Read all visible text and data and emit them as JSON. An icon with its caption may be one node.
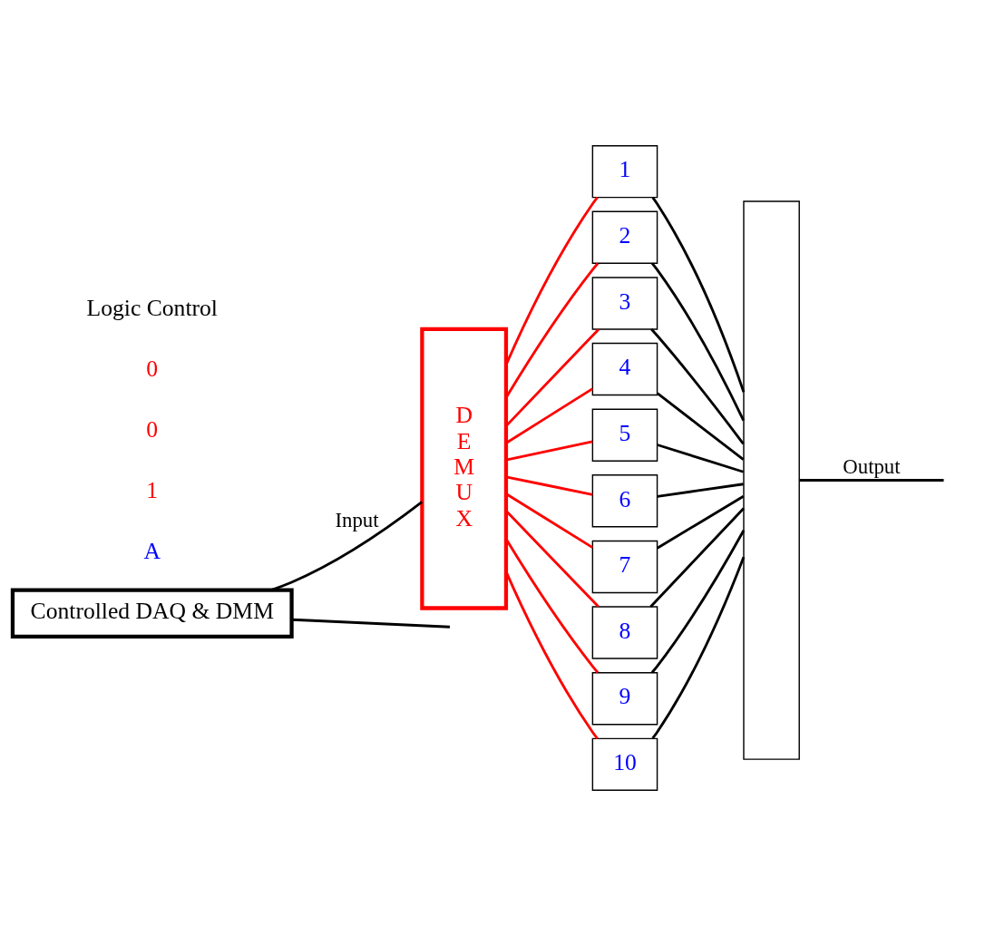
{
  "diagram": {
    "nodes": [
      {
        "text": [
          "Controlled DAQ & DMM"
        ]
      },
      {
        "text": [
          "D E M U X"
        ]
      },
      {
        "text": [
          "1"
        ]
      },
      {
        "text": [
          "2"
        ]
      },
      {
        "text": [
          "3"
        ]
      },
      {
        "text": [
          "4"
        ]
      },
      {
        "text": [
          "5"
        ]
      },
      {
        "text": [
          "6"
        ]
      },
      {
        "text": [
          "7"
        ]
      },
      {
        "text": [
          "8"
        ]
      },
      {
        "text": [
          "9"
        ]
      },
      {
        "text": [
          "10"
        ]
      },
      {
        "text": [],
        "shape": "bar"
      }
    ],
    "edges": [
      {
        "from": 0,
        "to": 1,
        "arrow": "none",
        "label": "Input"
      },
      {
        "from": 1,
        "to": 2,
        "arrow": "none",
        "color": "#ff0000"
      },
      {
        "from": 1,
        "to": 3,
        "arrow": "none",
        "color": "#ff0000"
      },
      {
        "from": 1,
        "to": 4,
        "arrow": "none",
        "color": "#ff0000"
      },
      {
        "from": 1,
        "to": 5,
        "arrow": "none",
        "color": "#ff0000"
      },
      {
        "from": 1,
        "to": 6,
        "arrow": "none",
        "color": "#ff0000"
      },
      {
        "from": 1,
        "to": 7,
        "arrow": "none",
        "color": "#ff0000"
      },
      {
        "from": 1,
        "to": 8,
        "arrow": "none",
        "color": "#ff0000"
      },
      {
        "from": 1,
        "to": 9,
        "arrow": "none",
        "color": "#ff0000"
      },
      {
        "from": 1,
        "to": 10,
        "arrow": "none",
        "color": "#ff0000"
      },
      {
        "from": 1,
        "to": 11,
        "arrow": "none",
        "color": "#ff0000"
      },
      {
        "from": 2,
        "to": 12,
        "arrow": "none"
      },
      {
        "from": 3,
        "to": 12,
        "arrow": "none"
      },
      {
        "from": 4,
        "to": 12,
        "arrow": "none"
      },
      {
        "from": 5,
        "to": 12,
        "arrow": "none"
      },
      {
        "from": 6,
        "to": 12,
        "arrow": "none"
      },
      {
        "from": 7,
        "to": 12,
        "arrow": "none"
      },
      {
        "from": 8,
        "to": 12,
        "arrow": "none"
      },
      {
        "from": 9,
        "to": 12,
        "arrow": "none"
      },
      {
        "from": 10,
        "to": 12,
        "arrow": "none"
      },
      {
        "from": 11,
        "to": 12,
        "arrow": "none"
      },
      {
        "from": 0,
        "to": null,
        "arrow": "none"
      },
      {
        "from": 12,
        "to": null,
        "arrow": "none",
        "label": "Output"
      }
    ],
    "labels": [
      "A",
      "1",
      "0",
      "0",
      "Logic Control"
    ]
  }
}
